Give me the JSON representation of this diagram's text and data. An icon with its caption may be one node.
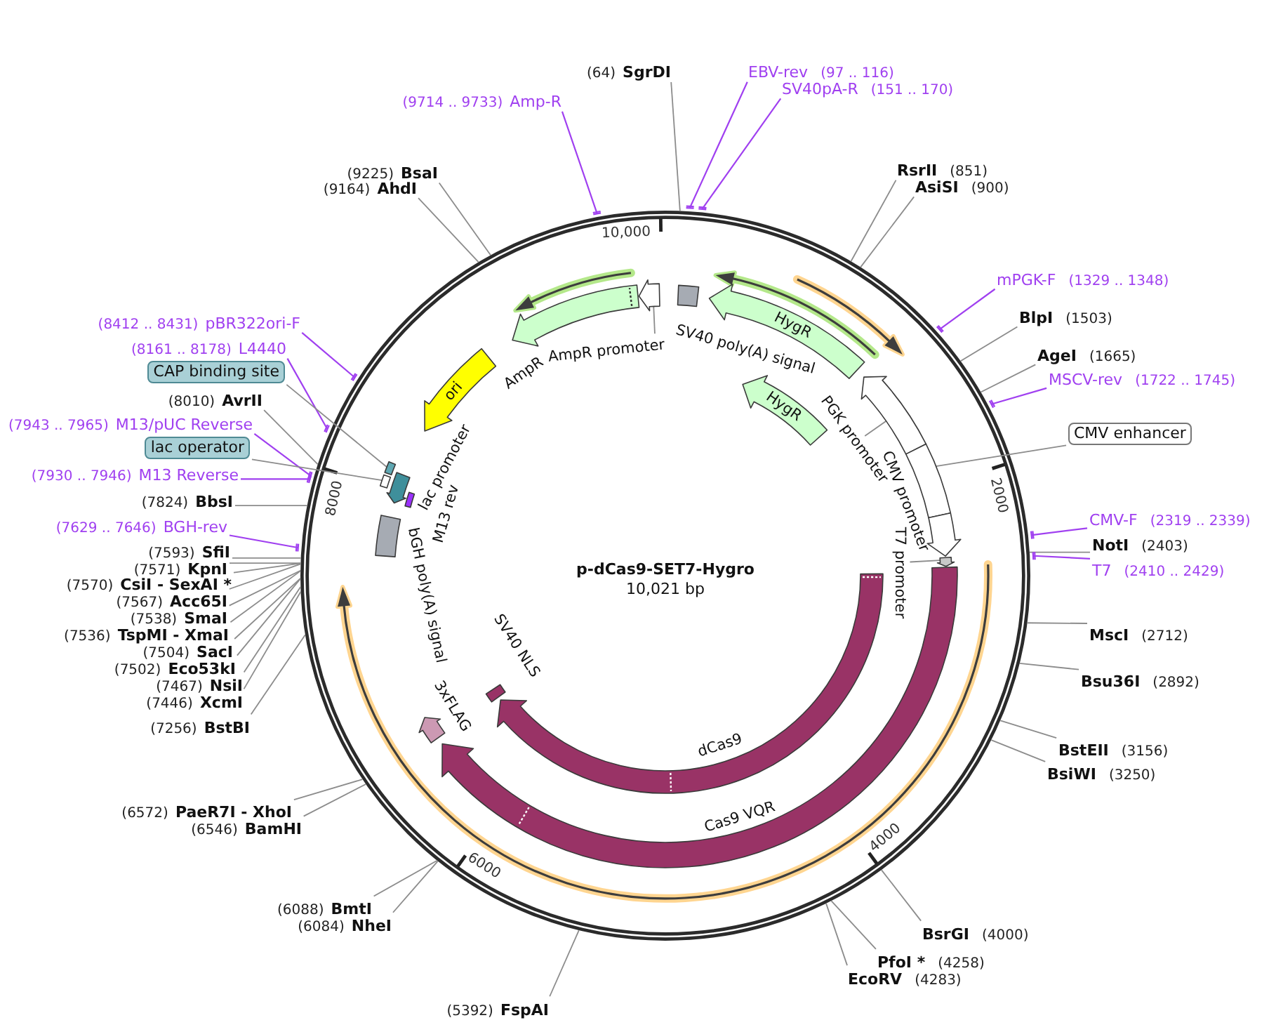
{
  "diagram": {
    "title": "p-dCas9-SET7-Hygro",
    "nodes": [
      {
        "text": [
          "(64)",
          "SgrDI"
        ]
      },
      {
        "text": [
          "EBV-rev",
          "(97 .. 116)"
        ]
      },
      {
        "text": [
          "SV40pA-R",
          "(151 .. 170)"
        ]
      },
      {
        "text": [
          "(9714 .. 9733)",
          "Amp-R"
        ]
      },
      {
        "text": [
          "RsrII",
          "(851)"
        ]
      },
      {
        "text": [
          "(9225)",
          "BsaI"
        ]
      },
      {
        "text": [
          "AsiSI",
          "(900)"
        ]
      },
      {
        "text": [
          "(9164)",
          "AhdI"
        ]
      },
      {
        "text": [
          "mPGK-F",
          "(1329 .. 1348)"
        ]
      },
      {
        "text": [
          "BlpI",
          "(1503)"
        ]
      },
      {
        "text": [
          "(8412 .. 8431)",
          "pBR322ori-F"
        ]
      },
      {
        "text": [
          "(8161 .. 8178)",
          "L4440"
        ]
      },
      {
        "text": [
          "AgeI",
          "(1665)"
        ]
      },
      {
        "text": [
          "CAP binding site"
        ]
      },
      {
        "text": [
          "MSCV-rev",
          "(1722 .. 1745)"
        ]
      },
      {
        "text": [
          "(8010)",
          "AvrII"
        ]
      },
      {
        "text": [
          "(7943 .. 7965)",
          "M13/pUC Reverse"
        ]
      },
      {
        "text": [
          "CMV enhancer"
        ]
      },
      {
        "text": [
          "lac operator"
        ]
      },
      {
        "text": [
          "(7930 .. 7946)",
          "M13 Reverse"
        ]
      },
      {
        "text": [
          "(7824)",
          "BbsI"
        ]
      },
      {
        "text": [
          "CMV-F",
          "(2319 .. 2339)"
        ]
      },
      {
        "text": [
          "(7629 .. 7646)",
          "BGH-rev"
        ]
      },
      {
        "text": [
          "NotI",
          "(2403)"
        ]
      },
      {
        "text": [
          "(7593)",
          "SfiI"
        ]
      },
      {
        "text": [
          "(7571)",
          "KpnI"
        ]
      },
      {
        "text": [
          "T7",
          "(2410 .. 2429)"
        ]
      },
      {
        "text": [
          "(7570)",
          "CsiI - SexAI *"
        ]
      },
      {
        "text": [
          "(7567)",
          "Acc65I"
        ]
      },
      {
        "text": [
          "(7538)",
          "SmaI"
        ]
      },
      {
        "text": [
          "(7536)",
          "TspMI - XmaI"
        ]
      },
      {
        "text": [
          "MscI",
          "(2712)"
        ]
      },
      {
        "text": [
          "(7504)",
          "SacI"
        ]
      },
      {
        "text": [
          "(7502)",
          "Eco53kI"
        ]
      },
      {
        "text": [
          "Bsu36I",
          "(2892)"
        ]
      },
      {
        "text": [
          "(7467)",
          "NsiI"
        ]
      },
      {
        "text": [
          "(7446)",
          "XcmI"
        ]
      },
      {
        "text": [
          "(7256)",
          "BstBI"
        ]
      },
      {
        "text": [
          "BstEII",
          "(3156)"
        ]
      },
      {
        "text": [
          "BsiWI",
          "(3250)"
        ]
      },
      {
        "text": [
          "(6572)",
          "PaeR7I - XhoI"
        ]
      },
      {
        "text": [
          "(6546)",
          "BamHI"
        ]
      },
      {
        "text": [
          "(6088)",
          "BmtI"
        ]
      },
      {
        "text": [
          "(6084)",
          "NheI"
        ]
      },
      {
        "text": [
          "BsrGI",
          "(4000)"
        ]
      },
      {
        "text": [
          "PfoI *",
          "(4258)"
        ]
      },
      {
        "text": [
          "EcoRV",
          "(4283)"
        ]
      },
      {
        "text": [
          "(5392)",
          "FspAI"
        ]
      },
      {
        "text": [
          "AmpR"
        ]
      },
      {
        "text": [
          "AmpR promoter"
        ]
      },
      {
        "text": [],
        "shape": "arrow"
      },
      {
        "text": [
          "SV40 poly(A) signal"
        ]
      },
      {
        "text": [
          "HygR"
        ]
      },
      {
        "text": [
          "HygR"
        ]
      },
      {
        "text": [
          "PGK promoter"
        ]
      },
      {
        "text": [],
        "shape": "arrow"
      },
      {
        "text": [],
        "shape": "box"
      },
      {
        "text": [
          "CMV promoter"
        ]
      },
      {
        "text": [
          "T7 promoter"
        ]
      },
      {
        "text": [],
        "shape": "arrow"
      },
      {
        "text": [
          "ori"
        ]
      },
      {
        "text": [
          "lac promoter"
        ]
      },
      {
        "text": [
          "M13 rev"
        ]
      },
      {
        "text": [],
        "shape": "box"
      },
      {
        "text": [],
        "shape": "box"
      },
      {
        "text": [
          "bGH poly(A) signal"
        ]
      },
      {
        "text": [
          "dCas9"
        ]
      },
      {
        "text": [
          "SV40 NLS"
        ]
      },
      {
        "text": [
          "3xFLAG"
        ]
      },
      {
        "text": [
          "Cas9 VQR"
        ]
      }
    ],
    "edges": [
      {
        "from": 0,
        "to": null,
        "arrow": "none"
      },
      {
        "from": 1,
        "to": null,
        "arrow": "none",
        "color": "#a040f0"
      },
      {
        "from": 2,
        "to": null,
        "arrow": "none",
        "color": "#a040f0"
      },
      {
        "from": 3,
        "to": null,
        "arrow": "none",
        "color": "#a040f0"
      },
      {
        "from": 4,
        "to": null,
        "arrow": "none"
      },
      {
        "from": 5,
        "to": null,
        "arrow": "none"
      },
      {
        "from": 6,
        "to": null,
        "arrow": "none"
      },
      {
        "from": 7,
        "to": null,
        "arrow": "none"
      },
      {
        "from": 8,
        "to": null,
        "arrow": "none",
        "color": "#a040f0"
      },
      {
        "from": 9,
        "to": null,
        "arrow": "none"
      },
      {
        "from": 10,
        "to": null,
        "arrow": "none",
        "color": "#a040f0"
      },
      {
        "from": 11,
        "to": null,
        "arrow": "none",
        "color": "#a040f0"
      },
      {
        "from": 12,
        "to": null,
        "arrow": "none"
      },
      {
        "from": 13,
        "to": 64,
        "arrow": "none"
      },
      {
        "from": 14,
        "to": null,
        "arrow": "none",
        "color": "#a040f0"
      },
      {
        "from": 15,
        "to": null,
        "arrow": "none"
      },
      {
        "from": 16,
        "to": null,
        "arrow": "none",
        "color": "#a040f0"
      },
      {
        "from": 17,
        "to": 56,
        "arrow": "none"
      },
      {
        "from": 18,
        "to": 63,
        "arrow": "none"
      },
      {
        "from": 19,
        "to": null,
        "arrow": "none",
        "color": "#a040f0"
      },
      {
        "from": 20,
        "to": null,
        "arrow": "none"
      },
      {
        "from": 21,
        "to": null,
        "arrow": "none",
        "color": "#a040f0"
      },
      {
        "from": 22,
        "to": null,
        "arrow": "none",
        "color": "#a040f0"
      },
      {
        "from": 23,
        "to": null,
        "arrow": "none"
      },
      {
        "from": 24,
        "to": null,
        "arrow": "none"
      },
      {
        "from": 25,
        "to": null,
        "arrow": "none"
      },
      {
        "from": 26,
        "to": null,
        "arrow": "none",
        "color": "#a040f0"
      },
      {
        "from": 27,
        "to": null,
        "arrow": "none"
      },
      {
        "from": 28,
        "to": null,
        "arrow": "none"
      },
      {
        "from": 29,
        "to": null,
        "arrow": "none"
      },
      {
        "from": 30,
        "to": null,
        "arrow": "none"
      },
      {
        "from": 31,
        "to": null,
        "arrow": "none"
      },
      {
        "from": 32,
        "to": null,
        "arrow": "none"
      },
      {
        "from": 33,
        "to": null,
        "arrow": "none"
      },
      {
        "from": 34,
        "to": null,
        "arrow": "none"
      },
      {
        "from": 35,
        "to": null,
        "arrow": "none"
      },
      {
        "from": 36,
        "to": null,
        "arrow": "none"
      },
      {
        "from": 37,
        "to": null,
        "arrow": "none"
      },
      {
        "from": 38,
        "to": null,
        "arrow": "none"
      },
      {
        "from": 39,
        "to": null,
        "arrow": "none"
      },
      {
        "from": 40,
        "to": null,
        "arrow": "none"
      },
      {
        "from": 41,
        "to": null,
        "arrow": "none"
      },
      {
        "from": 42,
        "to": null,
        "arrow": "none"
      },
      {
        "from": 43,
        "to": null,
        "arrow": "none"
      },
      {
        "from": 44,
        "to": null,
        "arrow": "none"
      },
      {
        "from": 45,
        "to": null,
        "arrow": "none"
      },
      {
        "from": 46,
        "to": null,
        "arrow": "none"
      },
      {
        "from": 47,
        "to": null,
        "arrow": "none"
      },
      {
        "from": 49,
        "to": 50,
        "arrow": "none"
      },
      {
        "from": 54,
        "to": 55,
        "arrow": "none"
      },
      {
        "from": 58,
        "to": 59,
        "arrow": "none"
      }
    ],
    "labels": [
      "10,000",
      "2000",
      "8000",
      "10,021 bp",
      "4000",
      "6000"
    ]
  }
}
